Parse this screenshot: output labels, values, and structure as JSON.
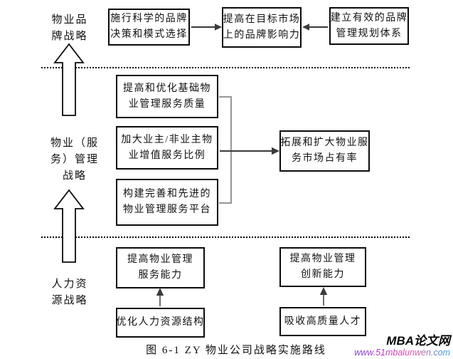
{
  "diagram": {
    "caption": "图 6-1 ZY 物业公司战略实施路线",
    "layers": {
      "brand": {
        "label_lines": [
          "物业品",
          "牌战略"
        ],
        "boxes": {
          "decision": {
            "lines": [
              "施行科学的品牌",
              "决策和模式选择"
            ]
          },
          "influence": {
            "lines": [
              "提高在目标市场",
              "上的品牌影响力"
            ]
          },
          "planning": {
            "lines": [
              "建立有效的品牌",
              "管理规划体系"
            ]
          }
        }
      },
      "service": {
        "label_lines": [
          "物业（服",
          "务）管理",
          "战略"
        ],
        "boxes": {
          "quality": {
            "lines": [
              "提高和优化基础物",
              "业管理服务质量"
            ]
          },
          "value_added": {
            "lines": [
              "加大业主/非业主物",
              "业增值服务比例"
            ]
          },
          "platform": {
            "lines": [
              "构建完善和先进的",
              "物业管理服务平台"
            ]
          },
          "market_share": {
            "lines": [
              "拓展和扩大物业服",
              "务市场占有率"
            ]
          }
        }
      },
      "hr": {
        "label_lines": [
          "人力资",
          "源战略"
        ],
        "boxes": {
          "service_ability": {
            "lines": [
              "提高物业管理",
              "服务能力"
            ]
          },
          "hr_structure": {
            "lines": [
              "优化人力资源结构"
            ]
          },
          "innovation": {
            "lines": [
              "提高物业管理",
              "创新能力"
            ]
          },
          "talent": {
            "lines": [
              "吸收高质量人才"
            ]
          }
        }
      }
    },
    "watermark": {
      "brand": "MBA论文网",
      "url": "www.51mbalunwen.com"
    },
    "colors": {
      "box_border": "#0a0a0a",
      "arrow_dark": "#3a3a3a",
      "arrow_mid": "#6e6e6e",
      "connector_gray": "#9a9a9a",
      "block_arrow_fill": "#ffffff",
      "url_gradient_start": "#7b3fd4",
      "url_gradient_mid": "#d93bb1",
      "url_gradient_end": "#28a7e0"
    }
  }
}
